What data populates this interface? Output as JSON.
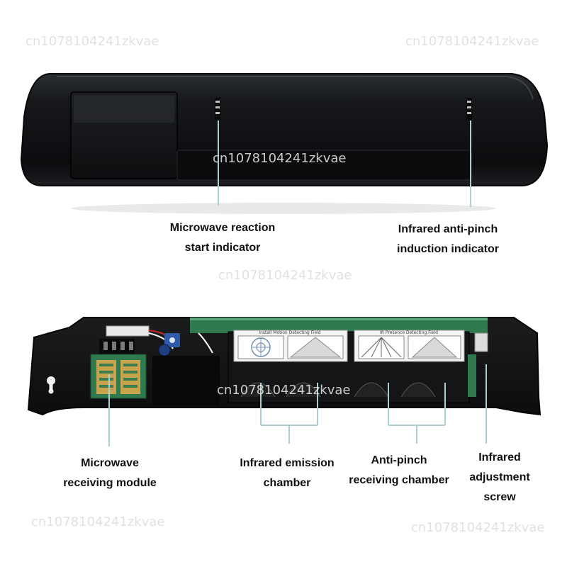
{
  "callouts": {
    "microwave_indicator": "Microwave reaction\nstart indicator",
    "infrared_indicator": "Infrared anti-pinch\ninduction indicator",
    "microwave_module": "Microwave\nreceiving module",
    "emission_chamber": "Infrared emission\nchamber",
    "receiving_chamber": "Anti-pinch\nreceiving chamber",
    "adjustment_screw": "Infrared\nadjustment\nscrew"
  },
  "watermark": "cn1078104241zkvae",
  "lens_cards": {
    "left_title": "Install Motion Detecting Field",
    "right_title": "IR Presence Detecting Field"
  },
  "colors": {
    "housing": "#151719",
    "leader_line": "#a9cfd0",
    "pcb_green": "#2f7a4f",
    "background": "#ffffff"
  }
}
